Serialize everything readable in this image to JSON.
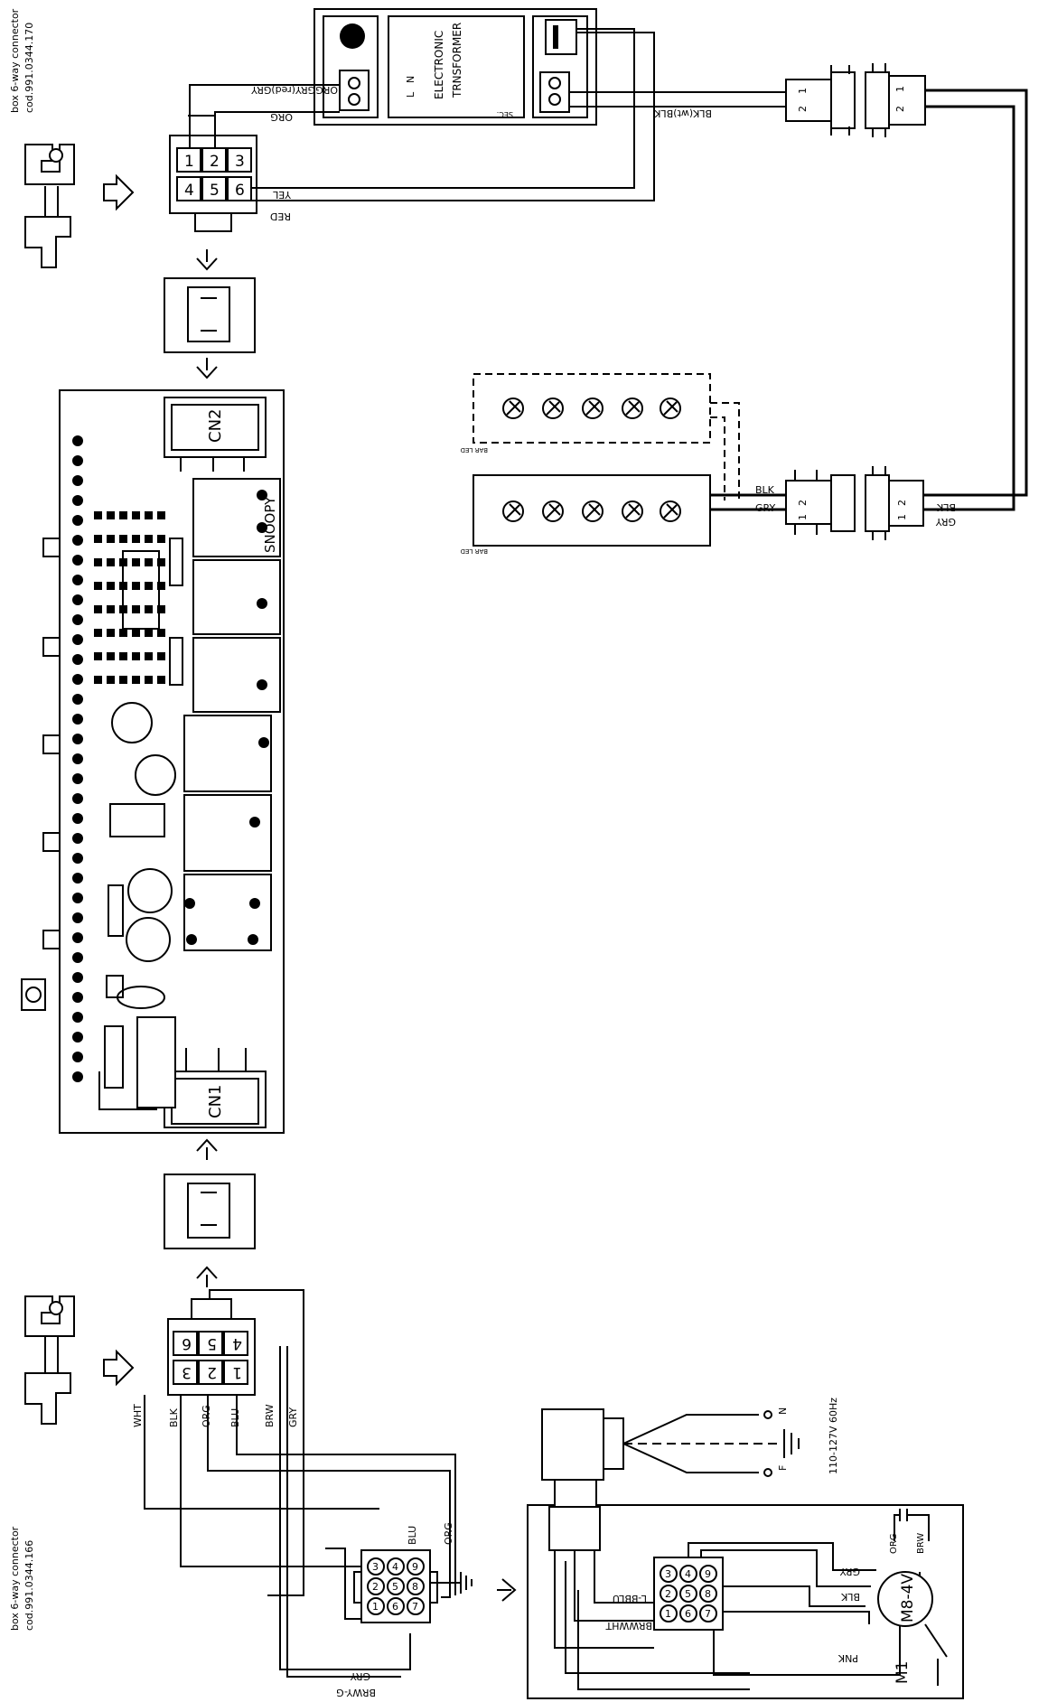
{
  "connectors": {
    "top": {
      "caption": "box 6-way connector",
      "code": "cod.991.0344.170"
    },
    "bottom": {
      "caption": "box 6-way connector",
      "code": "cod.991.0344.166"
    }
  },
  "transformer": {
    "title1": "ELECTRONIC",
    "title2": "TRNSFORMER",
    "pin_l": "L",
    "pin_n": "N",
    "sec": "SEC."
  },
  "pcb": {
    "cn1": "CN1",
    "cn2": "CN2",
    "name": "SNOOPY"
  },
  "bar_led": {
    "upper": "BAR LED",
    "lower": "BAR LED"
  },
  "mains": {
    "n": "N",
    "f": "F",
    "spec": "110-127V 60Hz"
  },
  "motor": {
    "model": "M8-4V",
    "ref": "M1"
  },
  "wire_colors": {
    "org_gry_red_gry": "ORGGRY(red)GRY",
    "org": "ORG",
    "yel": "YEL",
    "red": "RED",
    "blk_wt_blk": "BLK(wt)BLK",
    "blk": "BLK",
    "gry": "GRY",
    "wht": "WHT",
    "blu": "BLU",
    "brw": "BRW",
    "brwy_g": "BRWY-G",
    "l_bblu": "L-BBLU",
    "brwwht": "BRWWHT",
    "pnk": "PNK"
  },
  "pin_numbers": [
    "1",
    "2",
    "3",
    "4",
    "5",
    "6",
    "7",
    "8",
    "9"
  ],
  "jst_pins": [
    "1",
    "2"
  ]
}
